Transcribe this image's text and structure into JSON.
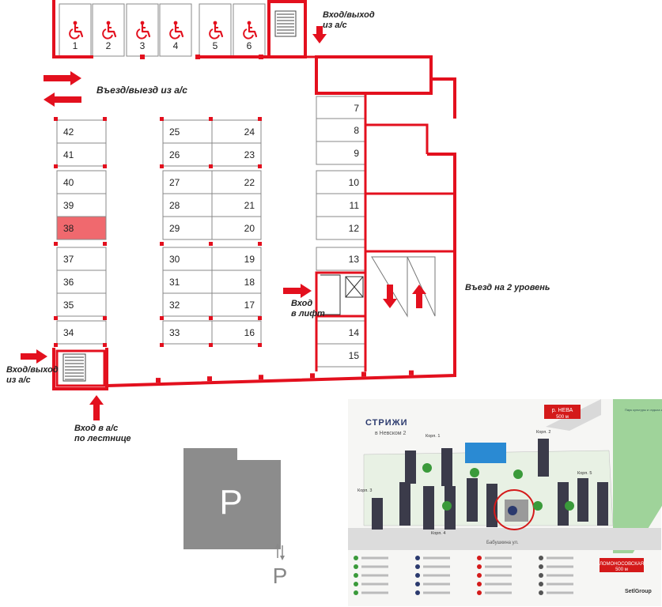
{
  "colors": {
    "wall": "#e3101e",
    "highlight": "#f0696e",
    "spot_border": "#888888",
    "accessible_icon": "#e3101e",
    "parking_block": "#8c8c8c",
    "green": "#3a9a3a",
    "dark_building": "#3b3b4a"
  },
  "accessible_spots": [
    "1",
    "2",
    "3",
    "4",
    "5",
    "6"
  ],
  "left_column": [
    "42",
    "41",
    "40",
    "39",
    "38",
    "37",
    "36",
    "35",
    "34"
  ],
  "mid_left_column": [
    "25",
    "26",
    "27",
    "28",
    "29",
    "30",
    "31",
    "32",
    "33"
  ],
  "mid_right_column": [
    "24",
    "23",
    "22",
    "21",
    "20",
    "19",
    "18",
    "17",
    "16"
  ],
  "right_column": [
    "7",
    "8",
    "9",
    "10",
    "11",
    "12",
    "13",
    "14",
    "15"
  ],
  "highlighted_spot": "38",
  "labels": {
    "entry_top_right_1": "Вход/выход",
    "entry_top_right_2": "из а/с",
    "drive_in": "Въезд/выезд из а/с",
    "ramp_level_2": "Въезд на 2 уровень",
    "lift_1": "Вход",
    "lift_2": "в лифт",
    "entry_left_1": "Вход/выход",
    "entry_left_2": "из а/с",
    "stairs_1": "Вход в а/с",
    "stairs_2": "по лестнице"
  },
  "parking_letter": "P",
  "inset_map": {
    "logo_text": "СТРИЖИ",
    "logo_sub": "в Невском 2",
    "river_label": "р. НЕВА",
    "river_dist": "500 м",
    "metro_label": "ЛОМОНОСОВСКАЯ",
    "metro_dist": "500 м",
    "street_label": "Бабушкина ул.",
    "korp": [
      "Корп. 1",
      "Корп. 2",
      "Корп. 3",
      "Корп. 4",
      "Корп. 5"
    ],
    "brand": "SetlGroup",
    "park_note": "Парк культуры и отдыха им. Бабушкина"
  }
}
